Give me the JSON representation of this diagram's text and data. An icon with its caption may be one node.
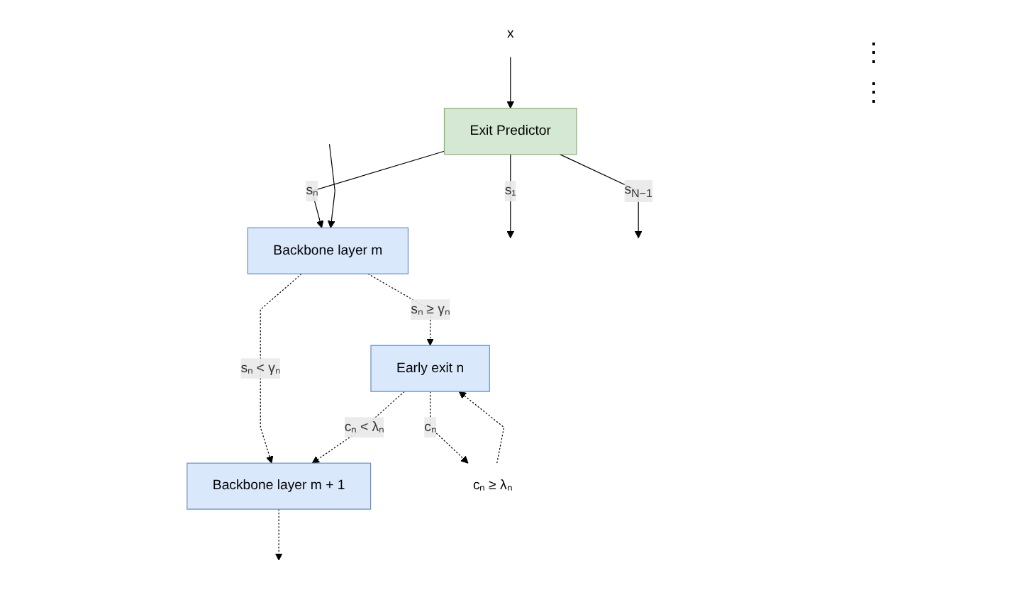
{
  "diagram": {
    "nodes": [
      {
        "text": [
          "x"
        ]
      },
      {
        "text": [
          "Exit Predictor"
        ]
      },
      {
        "text": [
          "Backbone layer m"
        ]
      },
      {
        "text": [
          "Early exit n"
        ]
      },
      {
        "text": [
          "Backbone layer m + 1"
        ]
      },
      {
        "text": [
          "cₙ ≥ λₙ"
        ]
      }
    ],
    "edges": [
      {
        "from": 0,
        "to": 1,
        "arrow": "to"
      },
      {
        "from": 1,
        "to": null,
        "arrow": "to",
        "label": "s₁"
      },
      {
        "from": 1,
        "to": null,
        "arrow": "to",
        "label": "s$_{N−1}$"
      },
      {
        "from": 1,
        "to": 2,
        "arrow": "to",
        "label": "sₙ"
      },
      {
        "from": null,
        "to": 2,
        "arrow": "to"
      },
      {
        "from": 2,
        "to": 3,
        "arrow": "to",
        "style": "dashed",
        "label": "sₙ ≥ γₙ"
      },
      {
        "from": 2,
        "to": 4,
        "arrow": "to",
        "style": "dashed",
        "label": "sₙ < γₙ"
      },
      {
        "from": 3,
        "to": 5,
        "arrow": "to",
        "style": "dashed",
        "label": "cₙ"
      },
      {
        "from": 5,
        "to": 3,
        "arrow": "to",
        "style": "dashed"
      },
      {
        "from": 3,
        "to": 4,
        "arrow": "to",
        "style": "dashed",
        "label": "cₙ < λₙ"
      },
      {
        "from": 4,
        "to": null,
        "arrow": "to",
        "style": "dashed"
      }
    ],
    "labels": [
      "⋮",
      "⋮"
    ]
  }
}
